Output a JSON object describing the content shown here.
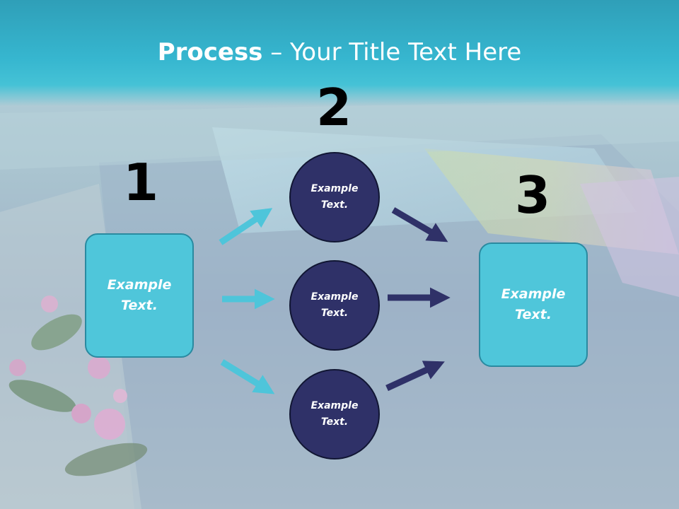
{
  "title": {
    "bold": "Process",
    "rest": " – Your Title Text Here"
  },
  "steps": [
    {
      "number": "1",
      "text": "Example\nText."
    },
    {
      "number": "2",
      "texts": [
        "Example\nText.",
        "Example\nText.",
        "Example\nText."
      ]
    },
    {
      "number": "3",
      "text": "Example\nText."
    }
  ],
  "colors": {
    "header": "#36b6cf",
    "box": "#4fc6da",
    "circle": "#2f3168",
    "arrow_light": "#4ec5da",
    "arrow_dark": "#2f3168"
  }
}
